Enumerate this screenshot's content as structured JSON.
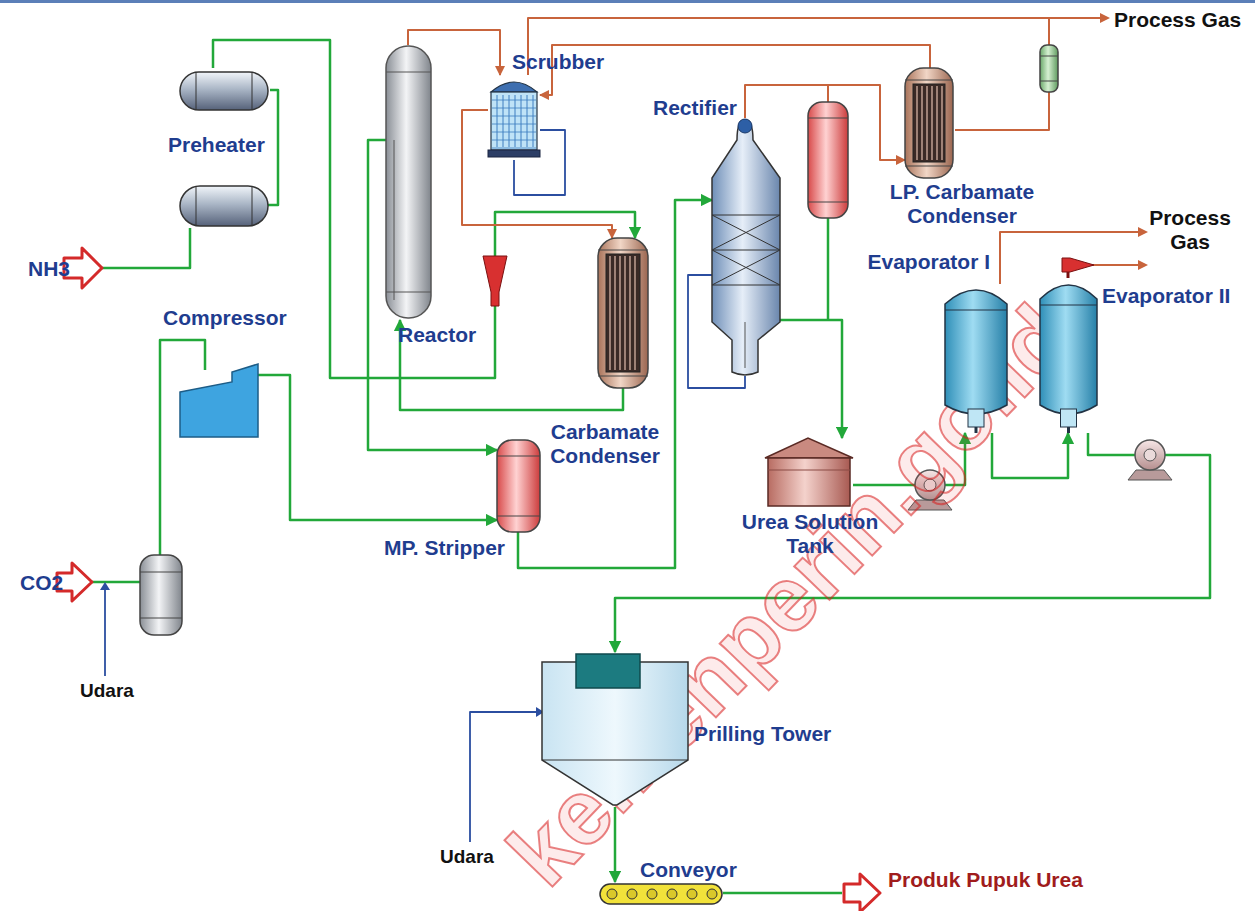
{
  "diagram": {
    "nodes": [
      {
        "text": [
          "Preheater"
        ]
      },
      {
        "text": [
          "Scrubber"
        ]
      },
      {
        "text": [
          "Rectifier"
        ]
      },
      {
        "text": [
          "LP. Carbamate Condenser"
        ]
      },
      {
        "text": [
          "Compressor"
        ]
      },
      {
        "text": [
          "Reactor"
        ]
      },
      {
        "text": [
          "Evaporator I"
        ]
      },
      {
        "text": [
          "Evaporator II"
        ]
      },
      {
        "text": [
          "Carbamate Condenser"
        ]
      },
      {
        "text": [
          "Urea Solution Tank"
        ]
      },
      {
        "text": [
          "MP. Stripper"
        ]
      },
      {
        "text": [
          "Prilling Tower"
        ]
      },
      {
        "text": [
          "Conveyor"
        ]
      }
    ],
    "edges": [
      {
        "from": 0,
        "to": 8,
        "arrow": "to"
      },
      {
        "from": 5,
        "to": 1,
        "arrow": "to"
      },
      {
        "from": 1,
        "to": 8,
        "arrow": "to"
      },
      {
        "from": 8,
        "to": 5,
        "arrow": "to"
      },
      {
        "from": 5,
        "to": 10,
        "arrow": "to"
      },
      {
        "from": 4,
        "to": 10,
        "arrow": "to"
      },
      {
        "from": 10,
        "to": 2,
        "arrow": "to"
      },
      {
        "from": 2,
        "to": 3,
        "arrow": "to"
      },
      {
        "from": 3,
        "to": 1,
        "arrow": "to"
      },
      {
        "from": 2,
        "to": 9,
        "arrow": "to"
      },
      {
        "from": 9,
        "to": 6,
        "arrow": "to"
      },
      {
        "from": 6,
        "to": 7,
        "arrow": "to"
      },
      {
        "from": 7,
        "to": 11,
        "arrow": "to"
      },
      {
        "from": 11,
        "to": 12,
        "arrow": "to"
      }
    ],
    "labels": [
      "Process Gas",
      "NH3",
      "Process Gas",
      "CO2",
      "Udara",
      "Udara",
      "Produk Pupuk Urea",
      "kemenperin.go.id"
    ]
  }
}
